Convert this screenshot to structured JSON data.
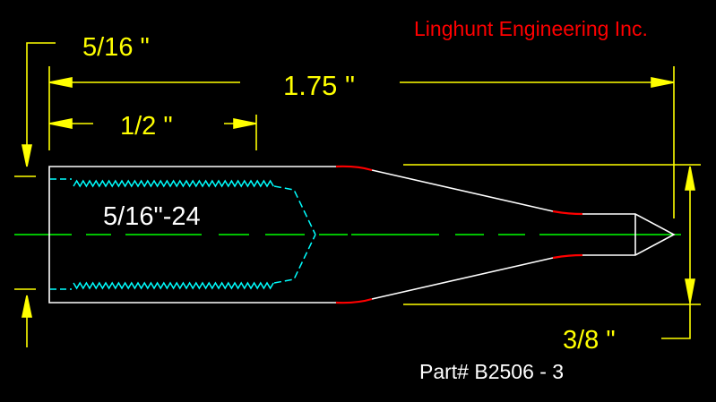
{
  "company": "Linghunt Engineering Inc.",
  "part_number": "Part# B2506 - 3",
  "thread_callout": "5/16\"-24",
  "dimensions": {
    "diameter": "5/16 \"",
    "overall_length": "1.75 \"",
    "thread_depth": "1/2 \"",
    "tip_diameter": "3/8 \""
  },
  "colors": {
    "background": "#000000",
    "outline": "#ffffff",
    "dimension": "#ffff00",
    "centerline": "#00ff00",
    "thread": "#00ffff",
    "highlight": "#ff0000",
    "company_text": "#ff0000"
  }
}
